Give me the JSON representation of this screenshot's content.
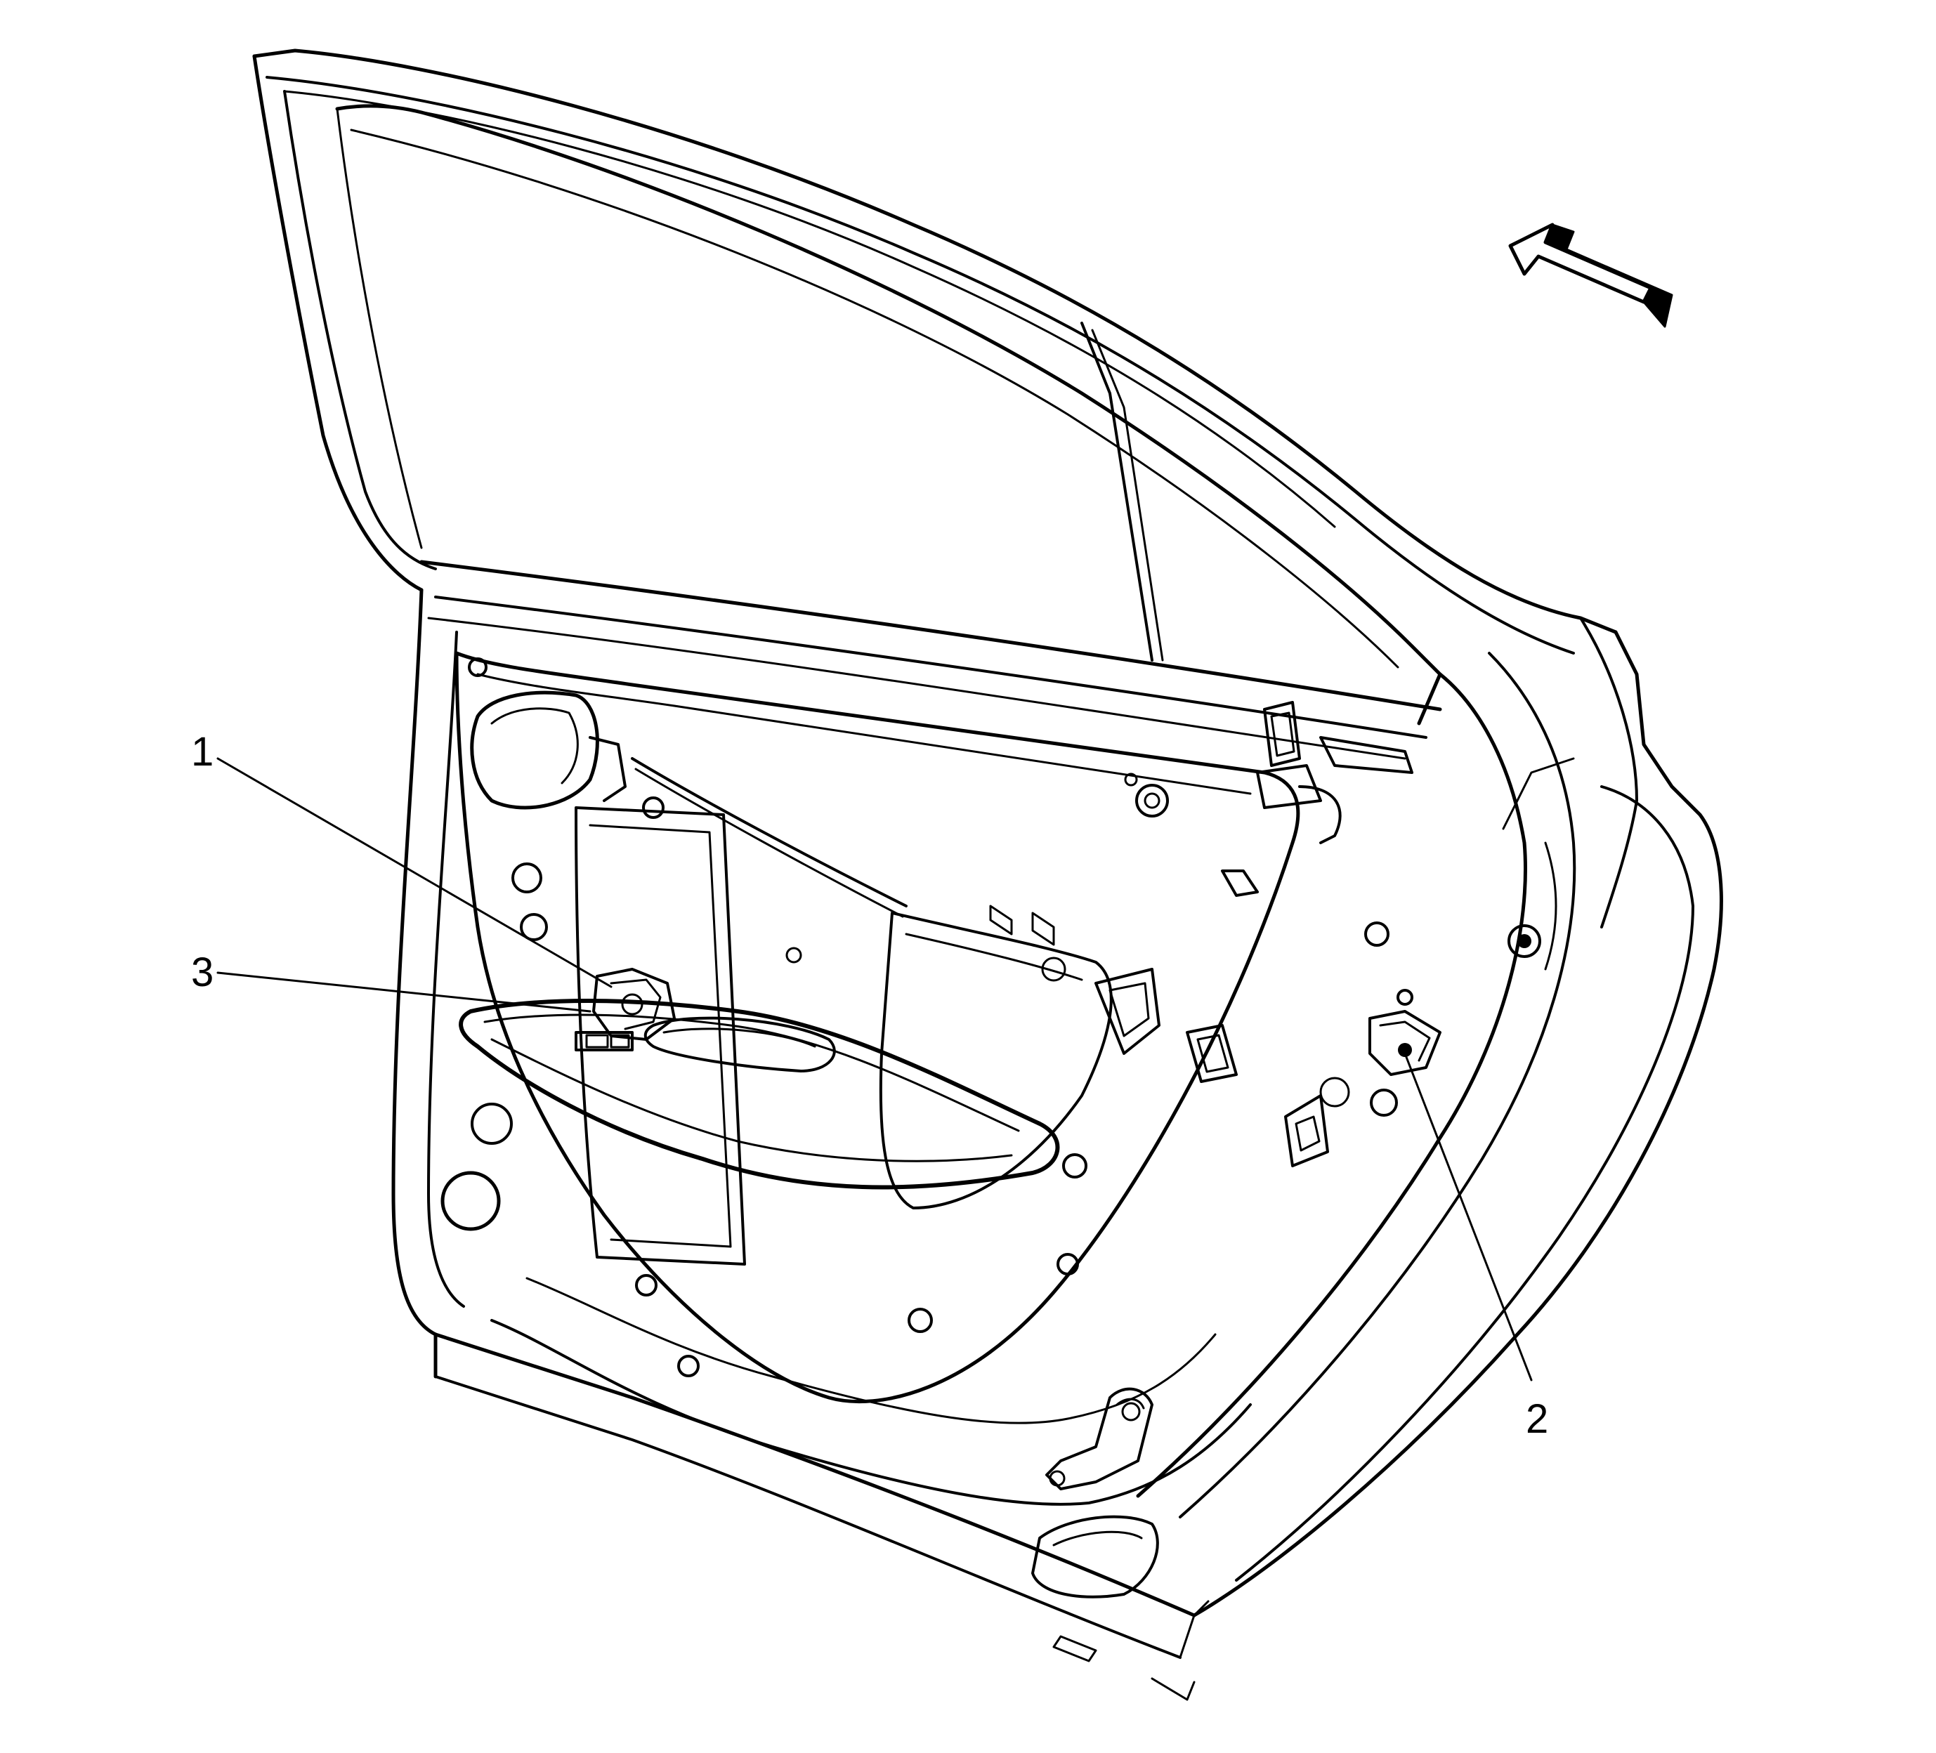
{
  "diagram": {
    "callouts": [
      {
        "id": "1",
        "label": "1"
      },
      {
        "id": "2",
        "label": "2"
      },
      {
        "id": "3",
        "label": "3"
      }
    ],
    "colors": {
      "line": "#000000",
      "background": "#ffffff"
    },
    "icons": {
      "direction_arrow": "front-direction-arrow-icon"
    }
  }
}
